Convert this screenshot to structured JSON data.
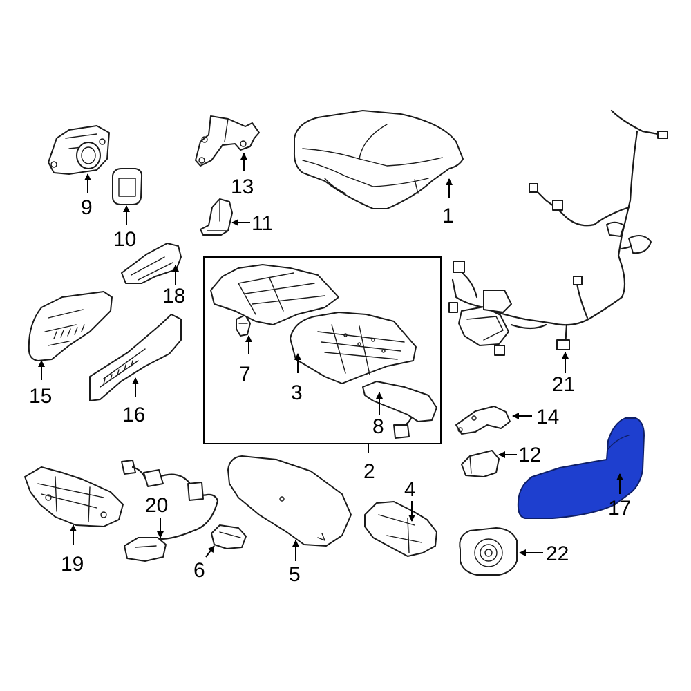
{
  "diagram": {
    "highlight_color": "#1e3fcf",
    "highlighted_part": "17",
    "callouts": {
      "p1": "1",
      "p2": "2",
      "p3": "3",
      "p4": "4",
      "p5": "5",
      "p6": "6",
      "p7": "7",
      "p8": "8",
      "p9": "9",
      "p10": "10",
      "p11": "11",
      "p12": "12",
      "p13": "13",
      "p14": "14",
      "p15": "15",
      "p16": "16",
      "p17": "17",
      "p18": "18",
      "p19": "19",
      "p20": "20",
      "p21": "21",
      "p22": "22"
    }
  }
}
